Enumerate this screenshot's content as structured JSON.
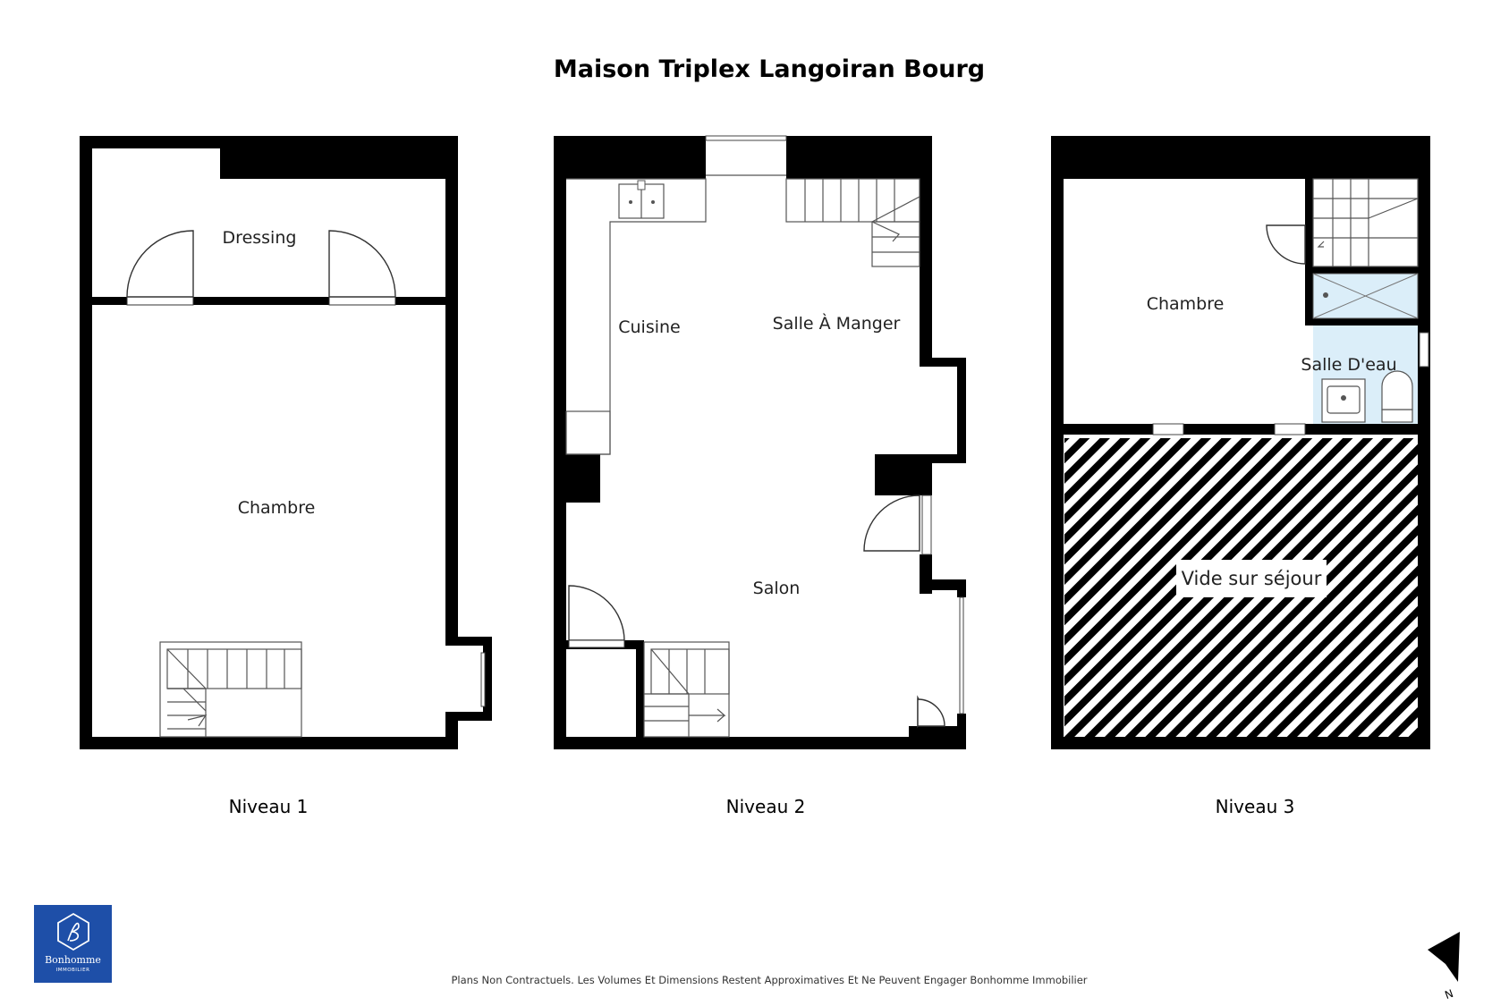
{
  "title": "Maison Triplex Langoiran Bourg",
  "levels": [
    {
      "label": "Niveau 1",
      "rooms": [
        "Dressing",
        "Chambre"
      ]
    },
    {
      "label": "Niveau 2",
      "rooms": [
        "Cuisine",
        "Salle À Manger",
        "Salon"
      ]
    },
    {
      "label": "Niveau 3",
      "rooms": [
        "Chambre",
        "Salle D'eau",
        "Vide sur séjour"
      ]
    }
  ],
  "disclaimer": "Plans Non Contractuels. Les Volumes Et Dimensions Restent Approximatives Et Ne Peuvent Engager Bonhomme Immobilier",
  "logo": {
    "brand": "Bonhomme",
    "tagline": "IMMOBILIER",
    "color": "#1e4fa8"
  },
  "compass": {
    "label": "N"
  },
  "colors": {
    "wall": "#000000",
    "shower": "#dbeef9",
    "background": "#ffffff"
  }
}
